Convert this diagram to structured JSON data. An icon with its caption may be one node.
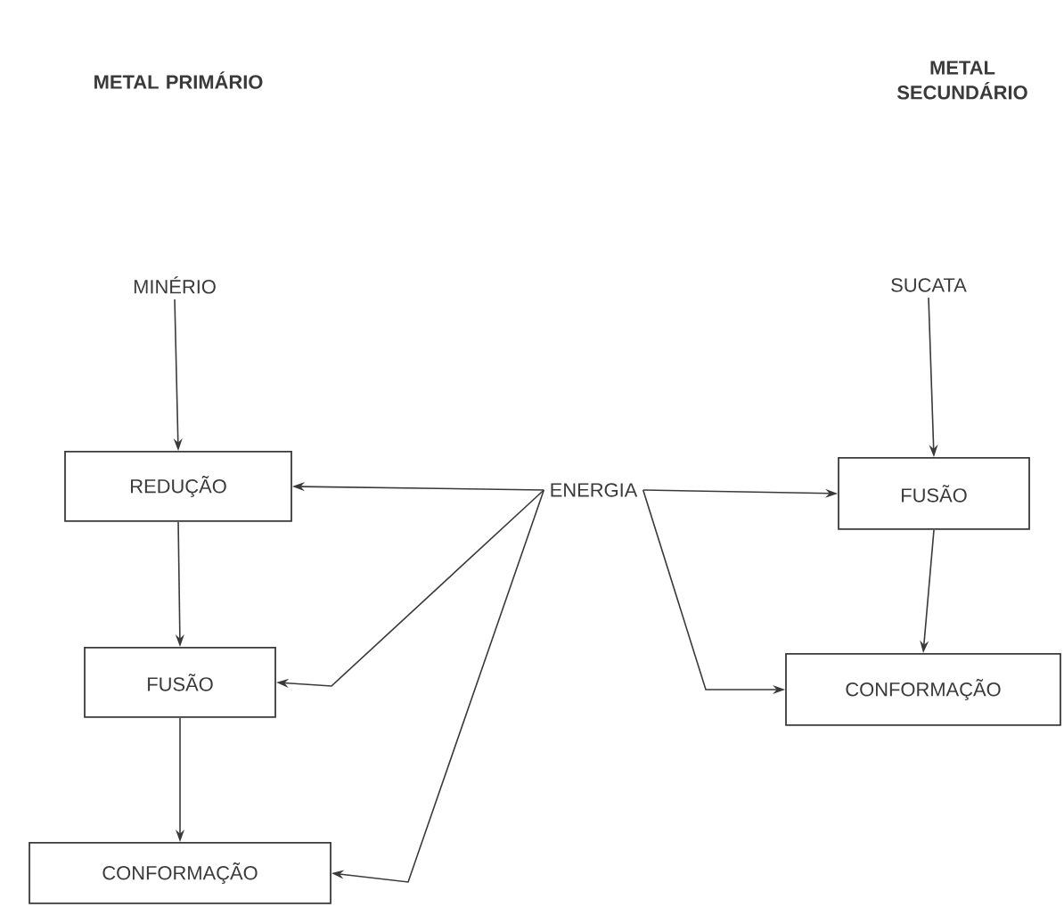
{
  "diagram": {
    "nodes": [
      {
        "text": [
          "MINÉRIO"
        ]
      },
      {
        "text": [
          "REDUÇÃO"
        ]
      },
      {
        "text": [
          "FUSÃO"
        ]
      },
      {
        "text": [
          "CONFORMAÇÃO"
        ]
      },
      {
        "text": [
          "ENERGIA"
        ]
      },
      {
        "text": [
          "SUCATA"
        ]
      },
      {
        "text": [
          "FUSÃO"
        ]
      },
      {
        "text": [
          "CONFORMAÇÃO"
        ]
      }
    ],
    "edges": [
      {
        "from": 0,
        "to": 1,
        "arrow": "to"
      },
      {
        "from": 1,
        "to": 2,
        "arrow": "to"
      },
      {
        "from": 2,
        "to": 3,
        "arrow": "to"
      },
      {
        "from": 4,
        "to": 1,
        "arrow": "to"
      },
      {
        "from": 4,
        "to": 2,
        "arrow": "to"
      },
      {
        "from": 4,
        "to": 3,
        "arrow": "to"
      },
      {
        "from": 5,
        "to": 6,
        "arrow": "to"
      },
      {
        "from": 6,
        "to": 7,
        "arrow": "to"
      },
      {
        "from": 4,
        "to": 6,
        "arrow": "to"
      },
      {
        "from": 4,
        "to": 7,
        "arrow": "to"
      }
    ],
    "labels": [
      "METAL PRIMÁRIO",
      "METAL SECUNDÁRIO"
    ]
  }
}
